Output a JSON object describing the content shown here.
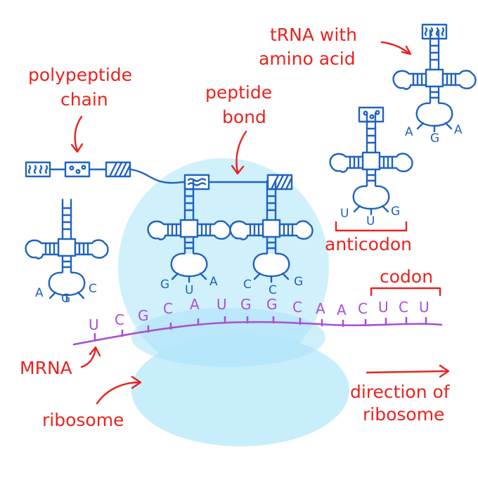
{
  "labels": {
    "trna_line1": "tRNA with",
    "trna_line2": "amino acid",
    "poly_line1": "polypeptide",
    "poly_line2": "chain",
    "peptide_line1": "peptide",
    "peptide_line2": "bond",
    "anticodon": "anticodon",
    "codon": "codon",
    "mrna": "MRNA",
    "ribosome": "ribosome",
    "direction_line1": "direction of",
    "direction_line2": "ribosome"
  },
  "trna_top_right_bases": [
    "A",
    "G",
    "A"
  ],
  "trna_right_bases": [
    "U",
    "U",
    "G"
  ],
  "trna_left_bases": [
    "A",
    "G",
    "C"
  ],
  "trna_mid1_bases": [
    "G",
    "U",
    "A"
  ],
  "trna_mid2_bases": [
    "C",
    "C",
    "G"
  ],
  "mrna_bases": [
    "U",
    "C",
    "G",
    "C",
    "A",
    "U",
    "G",
    "G",
    "C",
    "A",
    "A",
    "C",
    "U",
    "C",
    "U"
  ],
  "colors": {
    "label_red": "#e8231f",
    "trna_blue": "#1f63c0",
    "mrna_purple": "#a950d4",
    "ribosome_large": "#c6ecfb",
    "ribosome_small": "#bfeafb"
  }
}
